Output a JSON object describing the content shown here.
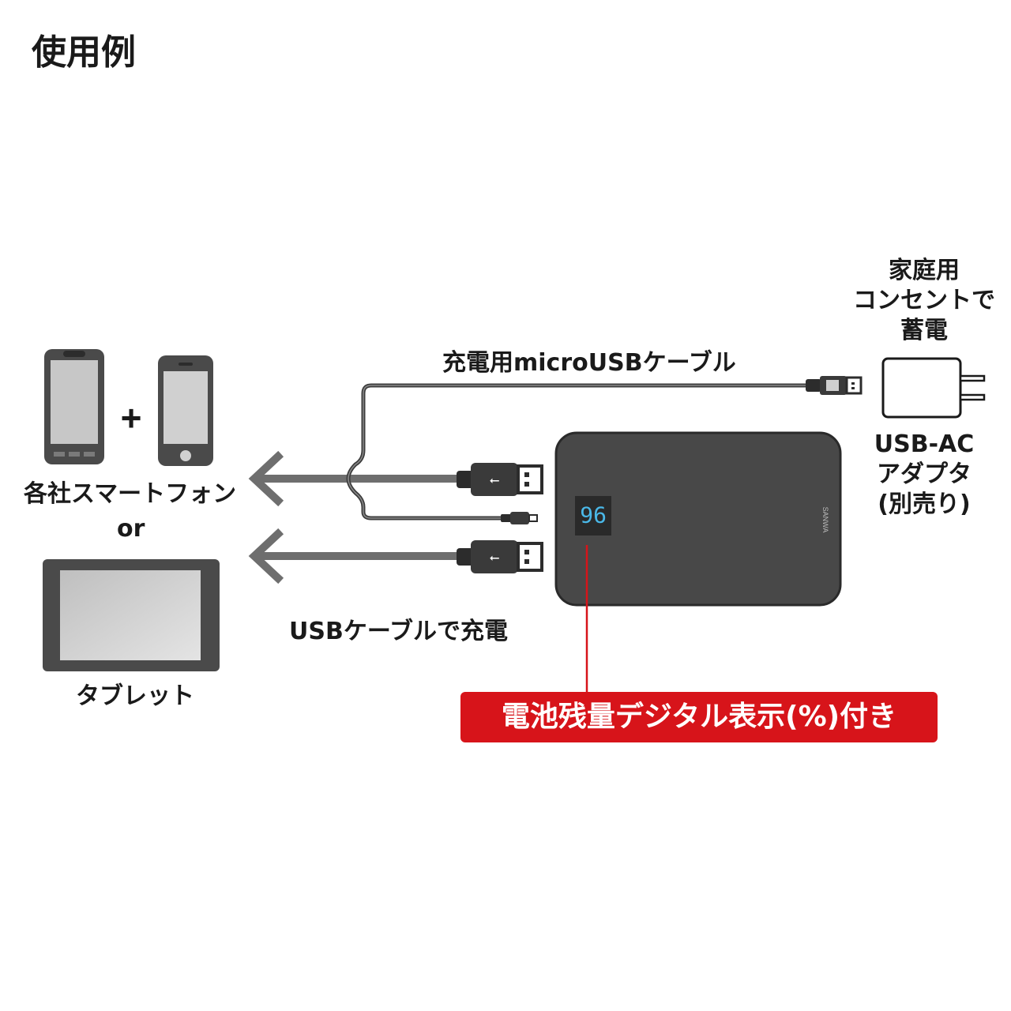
{
  "title": "使用例",
  "labels": {
    "charge_cable": "充電用microUSBケーブル",
    "usb_cable": "USBケーブルで充電",
    "smartphones": "各社スマートフォン",
    "or": "or",
    "tablet": "タブレット",
    "plus": "+",
    "home_outlet": [
      "家庭用",
      "コンセントで",
      "蓄電"
    ],
    "adapter": [
      "USB-AC",
      "アダプタ",
      "(別売り)"
    ],
    "callout": "電池残量デジタル表示(%)付き",
    "display_digits": "96",
    "brand": "SANWA"
  },
  "colors": {
    "callout": "#d7141a",
    "battery_body": "#484848",
    "display": "#4ab8e8",
    "arrow": "#6e6e6e",
    "cable": "#3c3c3c"
  },
  "icons": [
    "smartphone-icon",
    "iphone-icon",
    "tablet-icon",
    "ac-adapter-icon",
    "usb-a-connector-icon",
    "micro-usb-connector-icon",
    "arrow-left-icon",
    "battery-pack-icon"
  ]
}
